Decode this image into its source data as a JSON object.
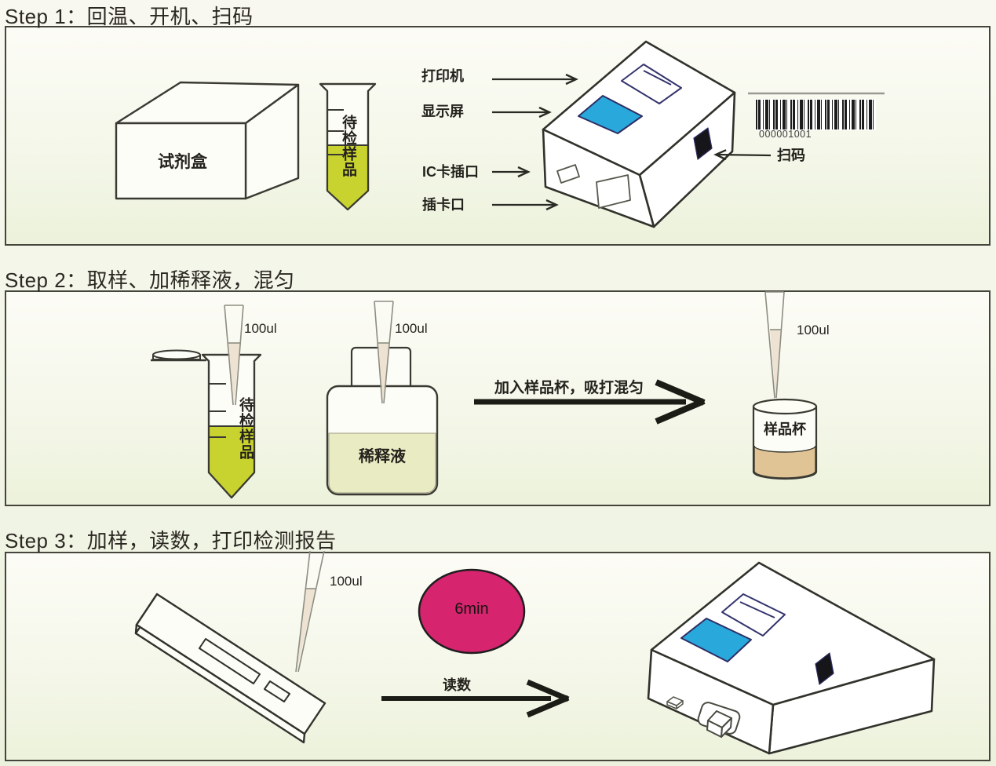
{
  "colors": {
    "screen_blue": "#29a8db",
    "sample_liquid_green": "#c9d32f",
    "diluent_liquid_yellow": "#e9ecc3",
    "cup_liquid_tan": "#e0c495",
    "pipette_tip_tan": "#eee3d2",
    "timer_pink": "#d6246f",
    "outline_dark": "#3a3a33"
  },
  "step1": {
    "heading": "Step 1：回温、开机、扫码",
    "reagent_box_label": "试剂盒",
    "sample_tube_label": "待检样品",
    "printer_label": "打印机",
    "display_label": "显示屏",
    "ic_card_slot_label": "IC卡插口",
    "card_slot_label": "插卡口",
    "barcode_number": "000001001",
    "scan_label": "扫码"
  },
  "step2": {
    "heading": "Step 2：取样、加稀释液，混匀",
    "tube_pipette_volume": "100ul",
    "bottle_pipette_volume": "100ul",
    "cup_pipette_volume": "100ul",
    "sample_tube_label": "待检样品",
    "diluent_label": "稀释液",
    "mix_instruction": "加入样品杯，吸打混匀",
    "sample_cup_label": "样品杯"
  },
  "step3": {
    "heading": "Step 3：加样，读数，打印检测报告",
    "pipette_volume": "100ul",
    "incubation_time": "6min",
    "read_label": "读数"
  }
}
